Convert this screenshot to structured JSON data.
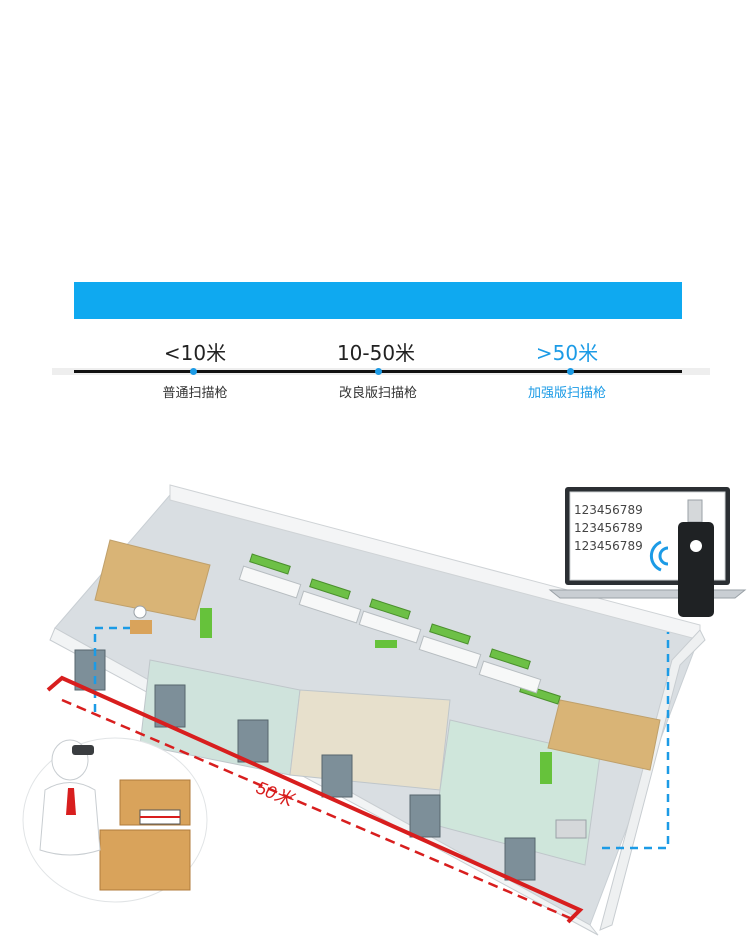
{
  "ranges": [
    {
      "distance": "<10米",
      "label": "普通扫描枪"
    },
    {
      "distance": "10-50米",
      "label": "改良版扫描枪"
    },
    {
      "distance": ">50米",
      "label": "加强版扫描枪"
    }
  ],
  "scene": {
    "screen_lines": [
      "123456789",
      "123456789",
      "123456789"
    ],
    "distance_label": "50米"
  },
  "colors": {
    "banner": "#0fa9f0",
    "highlight": "#1c9be6",
    "distance_line": "#d81e1e"
  }
}
